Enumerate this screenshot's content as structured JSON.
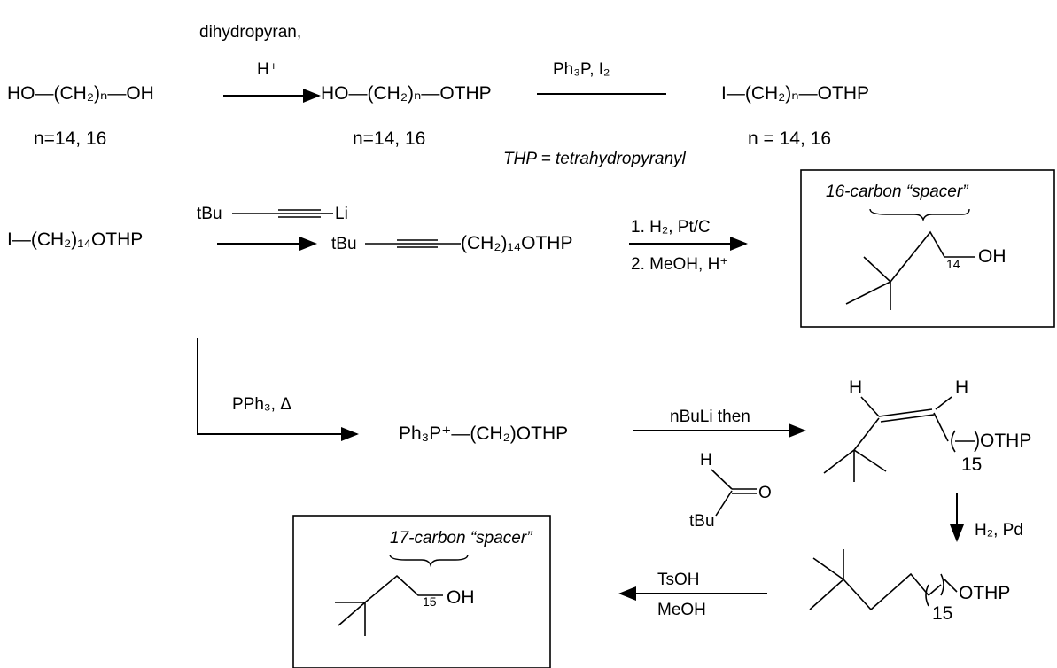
{
  "row1": {
    "diol": "HO—(CH₂)ₙ—OH",
    "diol_n": "n=14, 16",
    "reagent1_line1": "dihydropyran,",
    "reagent1_line2": "H⁺",
    "mono_thp": "HO—(CH₂)ₙ—OTHP",
    "mono_thp_n": "n=14, 16",
    "thp_note": "THP = tetrahydropyranyl",
    "reagent2": "Ph₃P, I₂",
    "iodide": "I—(CH₂)ₙ—OTHP",
    "iodide_n": "n = 14, 16"
  },
  "row2": {
    "start": "I—(CH₂)₁₄OTHP",
    "reagent_tbu": "tBu",
    "reagent_li": "Li",
    "alkyne_tbu": "tBu",
    "alkyne_chain": "(CH₂)₁₄OTHP",
    "step1": "1. H₂, Pt/C",
    "step2": "2. MeOH, H⁺",
    "box_title": "16-carbon “spacer”",
    "box_sub": "14",
    "box_oh": "OH"
  },
  "row3": {
    "reagent": "PPh₃, Δ",
    "phosphonium": "Ph₃P⁺—(CH₂)OTHP",
    "reagent_top": "nBuLi then",
    "ald_h": "H",
    "ald_o": "O",
    "ald_tbu": "tBu",
    "alkene_h1": "H",
    "alkene_h2": "H",
    "alkene_othp": "OTHP",
    "alkene_sub": "15"
  },
  "row4": {
    "hydrogenation": "H₂, Pd",
    "sat_othp": "OTHP",
    "sat_sub": "15",
    "deprotect_top": "TsOH",
    "deprotect_bottom": "MeOH",
    "box_title": "17-carbon “spacer”",
    "box_sub": "15",
    "box_oh": "OH"
  }
}
